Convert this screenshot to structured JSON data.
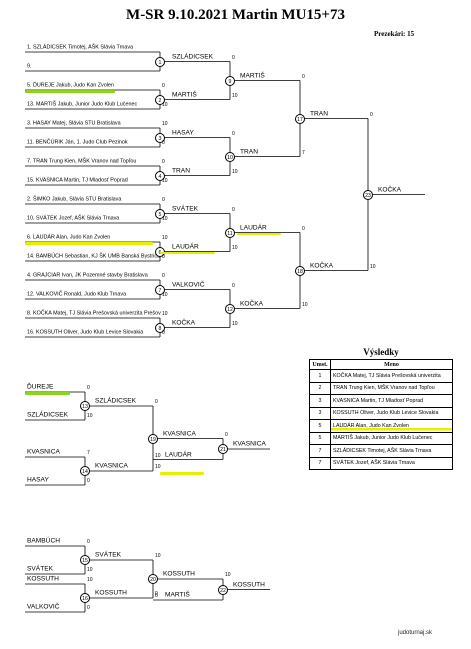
{
  "header": {
    "title": "M-SR 9.10.2021 Martin MU15+73",
    "count_label": "Prezekári: 15"
  },
  "footer": {
    "source": "judoturnaj.sk"
  },
  "colors": {
    "highlight_yellow": "#e8ee00",
    "highlight_green": "#8fd11c",
    "line": "#000000"
  },
  "entrants": [
    "1. SZLÁDICSEK Timotej, AŠK Slávia Trnava",
    "9.",
    "5. ĎUREJE Jakub, Judo Kan Zvolen",
    "13. MARTIŠ Jakub, Junior Judo Klub Lučenec",
    "3. HASAY Matej, Slávia STU Bratislava",
    "11. BENČÚRIK Ján, 1. Judo Club Pezinok",
    "7. TRAN Trung Kien, MŠK Vranov nad Topľou",
    "15. KVASNICA Martin, TJ Mladosť Poprad",
    "2. ŠIMKO Jakub, Slávia STU Bratislava",
    "10. SVÁTEK Jozef, AŠK Slávia Trnava",
    "6. LAUDÁR Alan, Judo Kan Zvolen",
    "14. BAMBÚCH Sebastian, KJ ŠK UMB Banská Bystrica",
    "4. GRAJCIAR Ivan, JK Pozemné stavby Bratislava",
    "12. VALKOVIČ Ronald, Judo Klub Trnava",
    "8. KOČKA Matej, TJ Slávia Prešovská univerzita Prešov",
    "16. KOSSUTH Oliver, Judo Klub Levice Slovakia"
  ],
  "main_bracket": {
    "r1": [
      {
        "no": "1",
        "winner": "SZLÁDICSEK",
        "s1": "",
        "s2": ""
      },
      {
        "no": "2",
        "winner": "MARTIŠ",
        "s1": "0",
        "s2": "10"
      },
      {
        "no": "3",
        "winner": "HASAY",
        "s1": "10",
        "s2": "0"
      },
      {
        "no": "4",
        "winner": "TRAN",
        "s1": "0",
        "s2": "10"
      },
      {
        "no": "5",
        "winner": "SVÁTEK",
        "s1": "0",
        "s2": "10"
      },
      {
        "no": "6",
        "winner": "LAUDÁR",
        "s1": "10",
        "s2": "0"
      },
      {
        "no": "7",
        "winner": "VALKOVIČ",
        "s1": "0",
        "s2": "10"
      },
      {
        "no": "8",
        "winner": "KOČKA",
        "s1": "10",
        "s2": "0"
      }
    ],
    "r2": [
      {
        "no": "9",
        "winner": "MARTIŠ",
        "s1": "0",
        "s2": "10"
      },
      {
        "no": "10",
        "winner": "TRAN",
        "s1": "0",
        "s2": "10"
      },
      {
        "no": "11",
        "winner": "LAUDÁR",
        "s1": "0",
        "s2": "10"
      },
      {
        "no": "12",
        "winner": "KOČKA",
        "s1": "0",
        "s2": "10"
      }
    ],
    "r3": [
      {
        "no": "17",
        "winner": "TRAN",
        "s1": "0",
        "s2": "7"
      },
      {
        "no": "18",
        "winner": "KOČKA",
        "s1": "0",
        "s2": "10"
      }
    ],
    "final": {
      "no": "23",
      "winner": "KOČKA",
      "s1": "0",
      "s2": "10"
    }
  },
  "repechage": [
    {
      "entrants": [
        "ĎUREJE",
        "SZLÁDICSEK",
        "KVASNICA",
        "HASAY"
      ],
      "r1": [
        {
          "no": "13",
          "winner": "SZLÁDICSEK",
          "s1": "0",
          "s2": "10"
        },
        {
          "no": "14",
          "winner": "KVASNICA",
          "s1": "7",
          "s2": "0"
        }
      ],
      "r2": {
        "no": "19",
        "winner": "KVASNICA",
        "s1": "0",
        "s2": "10"
      },
      "loser": "LAUDÁR",
      "final": {
        "no": "21",
        "winner": "KVASNICA",
        "s1": "0",
        "s2": "10"
      }
    },
    {
      "entrants": [
        "BAMBÚCH",
        "SVÁTEK",
        "KOSSUTH",
        "VALKOVIČ"
      ],
      "r1": [
        {
          "no": "15",
          "winner": "SVÁTEK",
          "s1": "0",
          "s2": "10"
        },
        {
          "no": "16",
          "winner": "KOSSUTH",
          "s1": "10",
          "s2": "0"
        }
      ],
      "r2": {
        "no": "20",
        "winner": "KOSSUTH",
        "s1": "10",
        "s2": "0"
      },
      "loser": "MARTIŠ",
      "final": {
        "no": "22",
        "winner": "KOSSUTH",
        "s1": "10",
        "s2": "0"
      }
    }
  ],
  "results": {
    "title": "Výsledky",
    "col_rank": "Umst.",
    "col_name": "Meno",
    "rows": [
      {
        "rank": "1",
        "name": "KOČKA Matej, TJ Slávia Prešovská univerzita"
      },
      {
        "rank": "2",
        "name": "TRAN Trung Kien, MŠK Vranov nad Topľou"
      },
      {
        "rank": "3",
        "name": "KVASNICA Martin, TJ Mladosť Poprad"
      },
      {
        "rank": "3",
        "name": "KOSSUTH Oliver, Judo Klub Levice Slovakia"
      },
      {
        "rank": "5",
        "name": "LAUDÁR Alan, Judo Kan Zvolen"
      },
      {
        "rank": "5",
        "name": "MARTIŠ Jakub, Junior Judo Klub Lučenec"
      },
      {
        "rank": "7",
        "name": "SZLÁDICSEK Timotej, AŠK Slávia Trnava"
      },
      {
        "rank": "7",
        "name": "SVÁTEK Jozef, AŠK Slávia Trnava"
      }
    ]
  }
}
